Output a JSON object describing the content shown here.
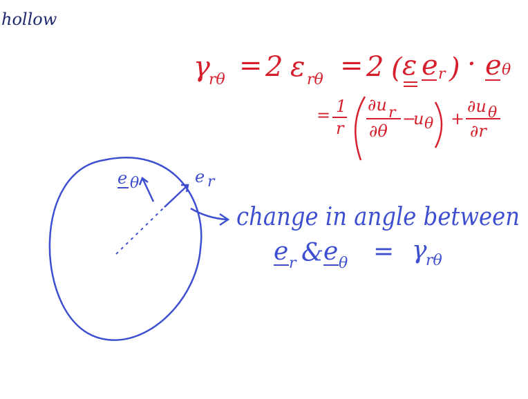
{
  "colors": {
    "background": "#ffffff",
    "header_ink": "#1f2a6e",
    "equation_ink": "#d61f2c",
    "diagram_ink": "#3d4fd0"
  },
  "header": {
    "label": "hollow"
  },
  "equation": {
    "line1": {
      "lhs_symbol": "γ",
      "lhs_sub": "rθ",
      "eq1": "=",
      "factor1": "2",
      "eps_symbol": "ε",
      "eps_sub": "rθ",
      "eq2": "=",
      "factor2": "2",
      "open_paren": "(",
      "tensor_symbol": "ε",
      "unit_symbol": "e",
      "unit_sub": "r",
      "close_paren": ")",
      "dot": "·",
      "unit2_symbol": "e",
      "unit2_sub": "θ"
    },
    "line2": {
      "eq": "=",
      "one": "1",
      "r_den": "r",
      "open_paren": "(",
      "frac1_num": "∂u",
      "frac1_num_sub": "r",
      "frac1_den": "∂θ",
      "minus": "−",
      "u_theta": "u",
      "u_theta_sub": "θ",
      "close_paren": ")",
      "plus": "+",
      "frac2_num": "∂u",
      "frac2_num_sub": "θ",
      "frac2_den": "∂r"
    }
  },
  "diagram": {
    "e_theta_label": "e",
    "e_theta_sub": "θ",
    "e_r_label": "e",
    "e_r_sub": "r"
  },
  "note": {
    "line1": "change in angle between",
    "line2_e": "e",
    "line2_e_sub": "r",
    "line2_amp": "&",
    "line2_e2": "e",
    "line2_e2_sub": "θ",
    "line2_eq": "=",
    "line2_gamma": "γ",
    "line2_gamma_sub": "rθ"
  }
}
